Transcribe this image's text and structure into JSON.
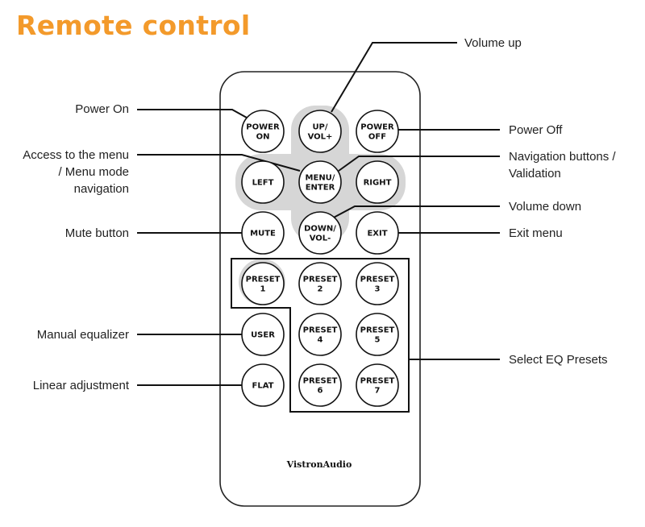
{
  "title": "Remote control",
  "brand": "VistronAudio",
  "colors": {
    "title": "#f39a2b",
    "highlight": "#d6d6d6",
    "outline": "#222222"
  },
  "buttons": {
    "power_on": [
      "POWER",
      "ON"
    ],
    "vol_up": [
      "UP/",
      "VOL+"
    ],
    "power_off": [
      "POWER",
      "OFF"
    ],
    "left": [
      "LEFT"
    ],
    "menu": [
      "MENU/",
      "ENTER"
    ],
    "right": [
      "RIGHT"
    ],
    "mute": [
      "MUTE"
    ],
    "vol_down": [
      "DOWN/",
      "VOL-"
    ],
    "exit": [
      "EXIT"
    ],
    "preset1": [
      "PRESET",
      "1"
    ],
    "preset2": [
      "PRESET",
      "2"
    ],
    "preset3": [
      "PRESET",
      "3"
    ],
    "user": [
      "USER"
    ],
    "preset4": [
      "PRESET",
      "4"
    ],
    "preset5": [
      "PRESET",
      "5"
    ],
    "flat": [
      "FLAT"
    ],
    "preset6": [
      "PRESET",
      "6"
    ],
    "preset7": [
      "PRESET",
      "7"
    ]
  },
  "callouts": {
    "power_on": [
      "Power On"
    ],
    "menu": [
      "Access to the menu",
      "/ Menu mode",
      "navigation"
    ],
    "mute": [
      "Mute button"
    ],
    "user": [
      "Manual equalizer"
    ],
    "flat": [
      "Linear adjustment"
    ],
    "vol_up": [
      "Volume up"
    ],
    "power_off": [
      "Power Off"
    ],
    "nav": [
      "Navigation buttons /",
      "Validation"
    ],
    "vol_down": [
      "Volume down"
    ],
    "exit": [
      "Exit menu"
    ],
    "presets": [
      "Select EQ Presets"
    ]
  }
}
